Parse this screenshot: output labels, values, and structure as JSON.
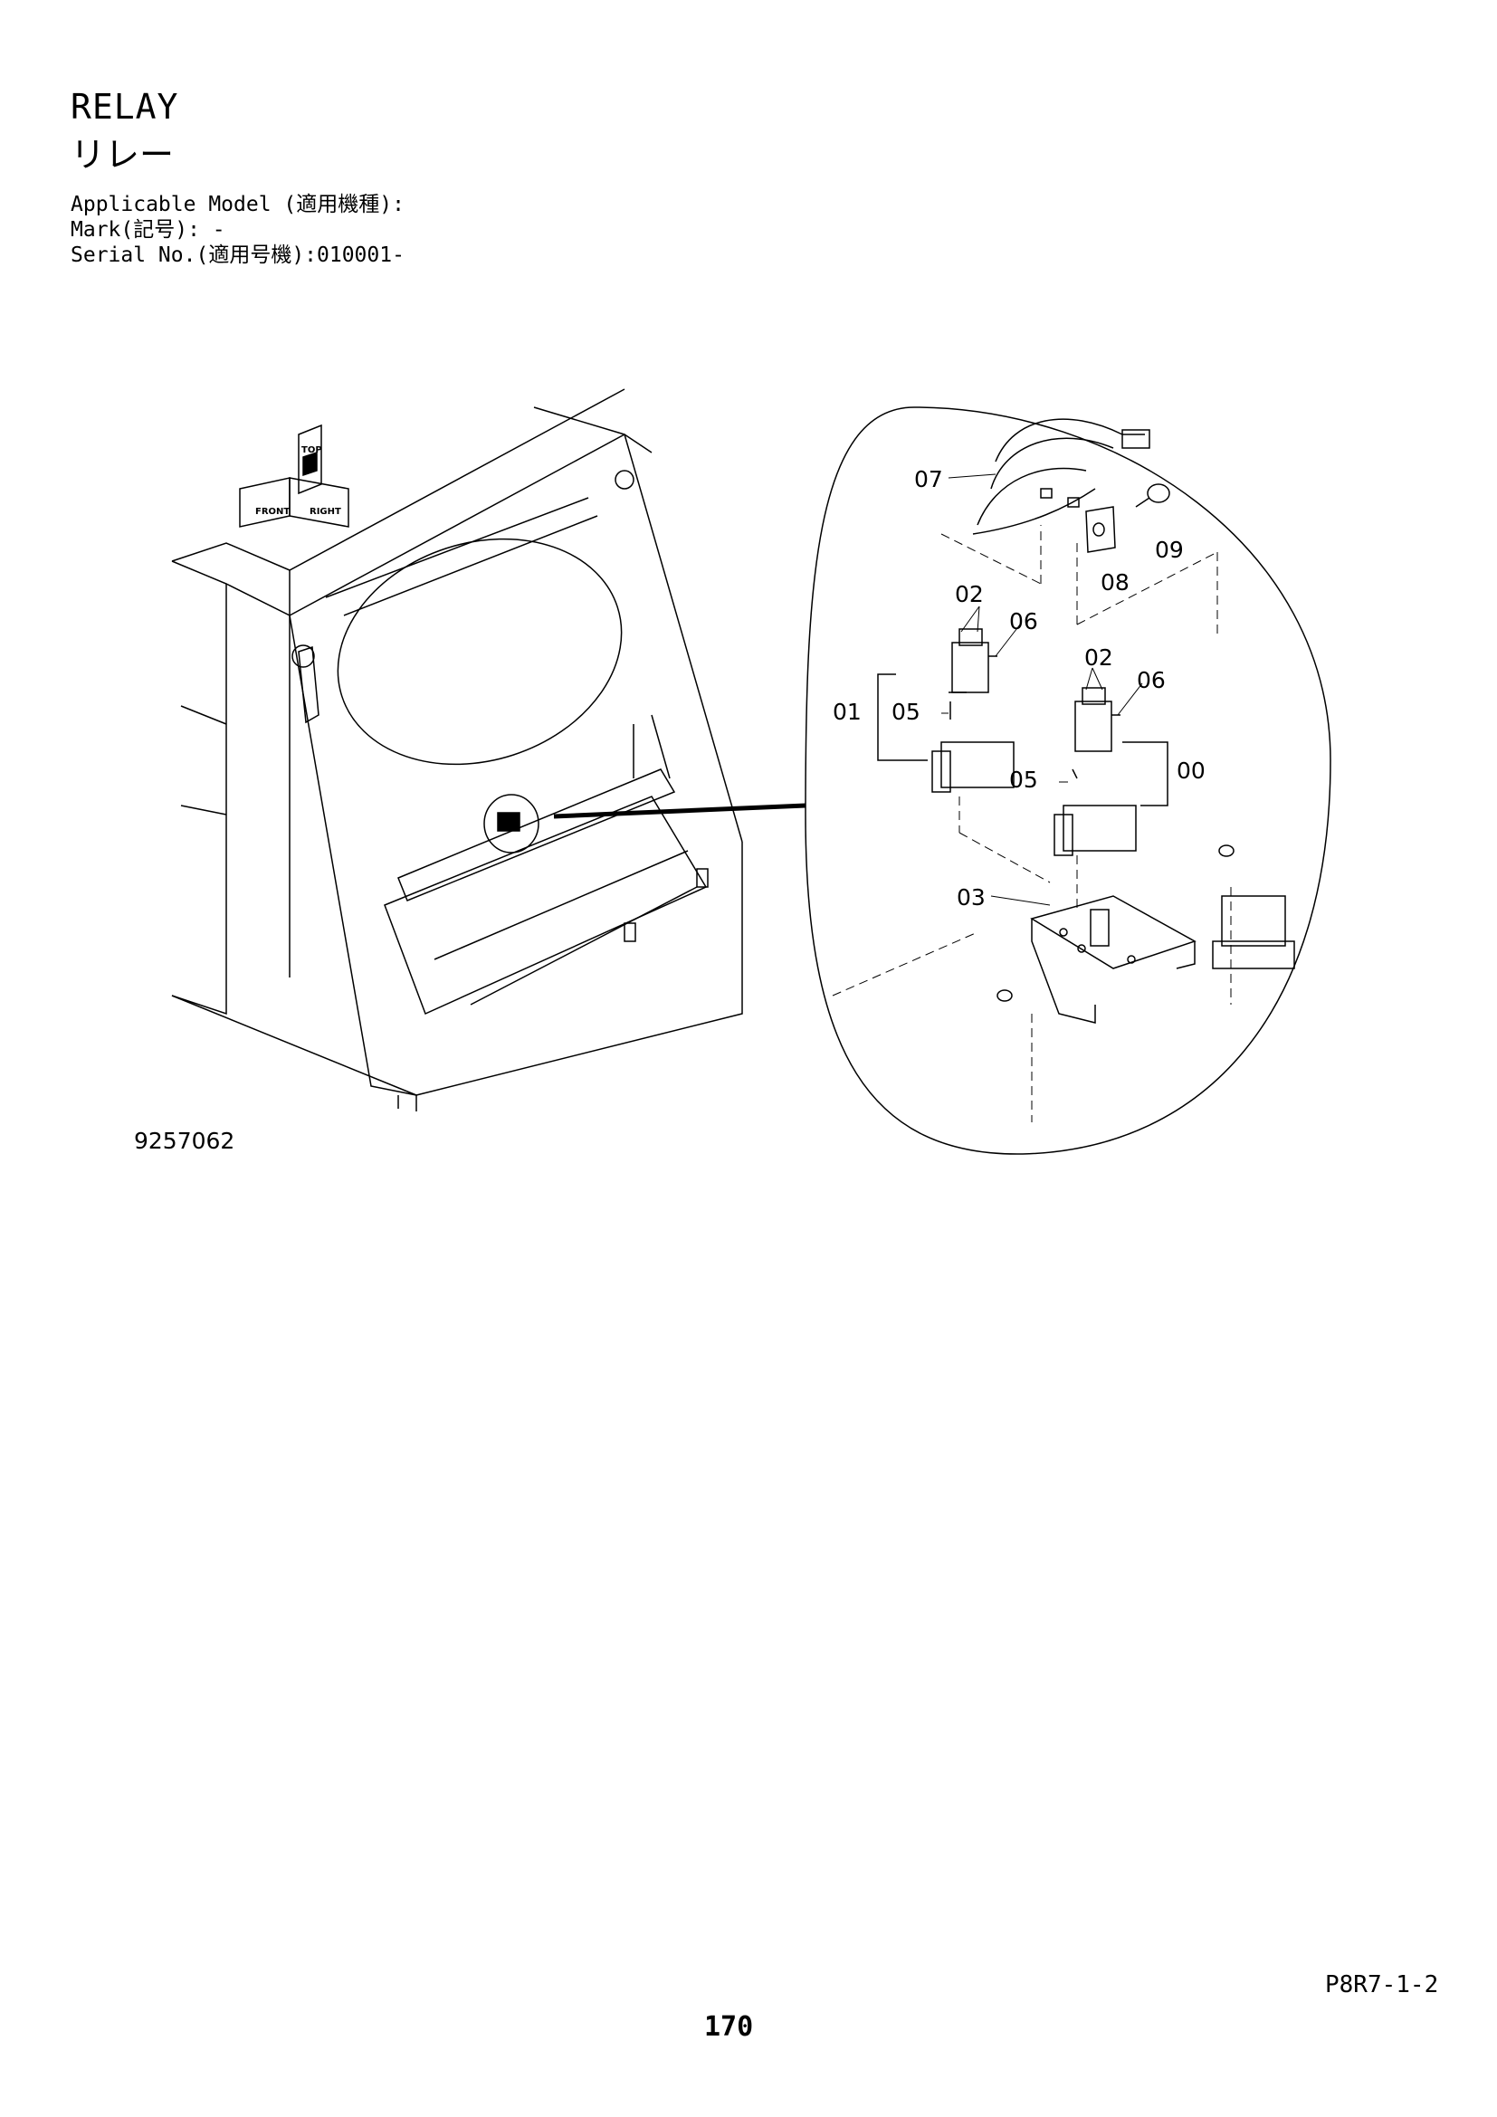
{
  "header": {
    "title": "RELAY",
    "title_jp": "リレー",
    "applicable_model": "Applicable Model (適用機種):",
    "mark": "Mark(記号): -",
    "serial": "Serial No.(適用号機):010001-"
  },
  "orientation": {
    "top": "TOP",
    "front": "FRONT",
    "right": "RIGHT"
  },
  "callouts": [
    {
      "id": "c07",
      "label": "07"
    },
    {
      "id": "c09",
      "label": "09"
    },
    {
      "id": "c08",
      "label": "08"
    },
    {
      "id": "c02a",
      "label": "02"
    },
    {
      "id": "c06a",
      "label": "06"
    },
    {
      "id": "c02b",
      "label": "02"
    },
    {
      "id": "c06b",
      "label": "06"
    },
    {
      "id": "c01",
      "label": "01"
    },
    {
      "id": "c05a",
      "label": "05"
    },
    {
      "id": "c00",
      "label": "00"
    },
    {
      "id": "c05b",
      "label": "05"
    },
    {
      "id": "c03",
      "label": "03"
    }
  ],
  "figure_number": "9257062",
  "reference_code": "P8R7-1-2",
  "page_number": "170"
}
